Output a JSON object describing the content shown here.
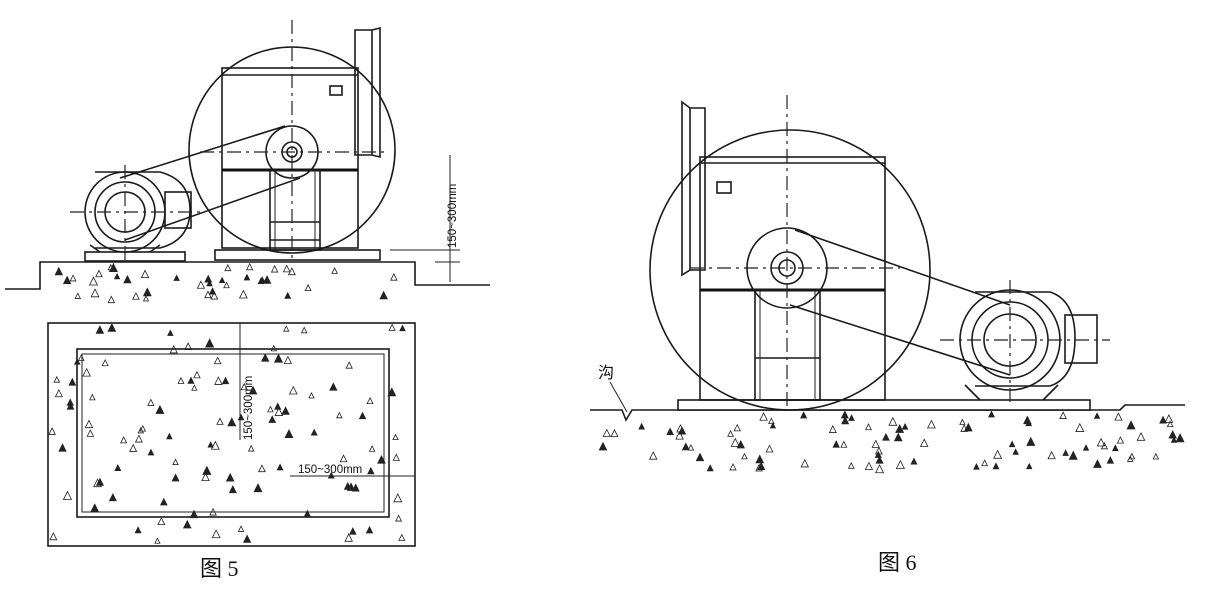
{
  "figures": [
    {
      "id": "fig5",
      "caption": "图 5",
      "dimensions": {
        "foundation_height": "150~300mm",
        "pad_margin_side": "150~300mm",
        "pad_margin_bottom": "150~300mm"
      }
    },
    {
      "id": "fig6",
      "caption": "图 6",
      "labels": {
        "trench": "沟"
      }
    }
  ]
}
